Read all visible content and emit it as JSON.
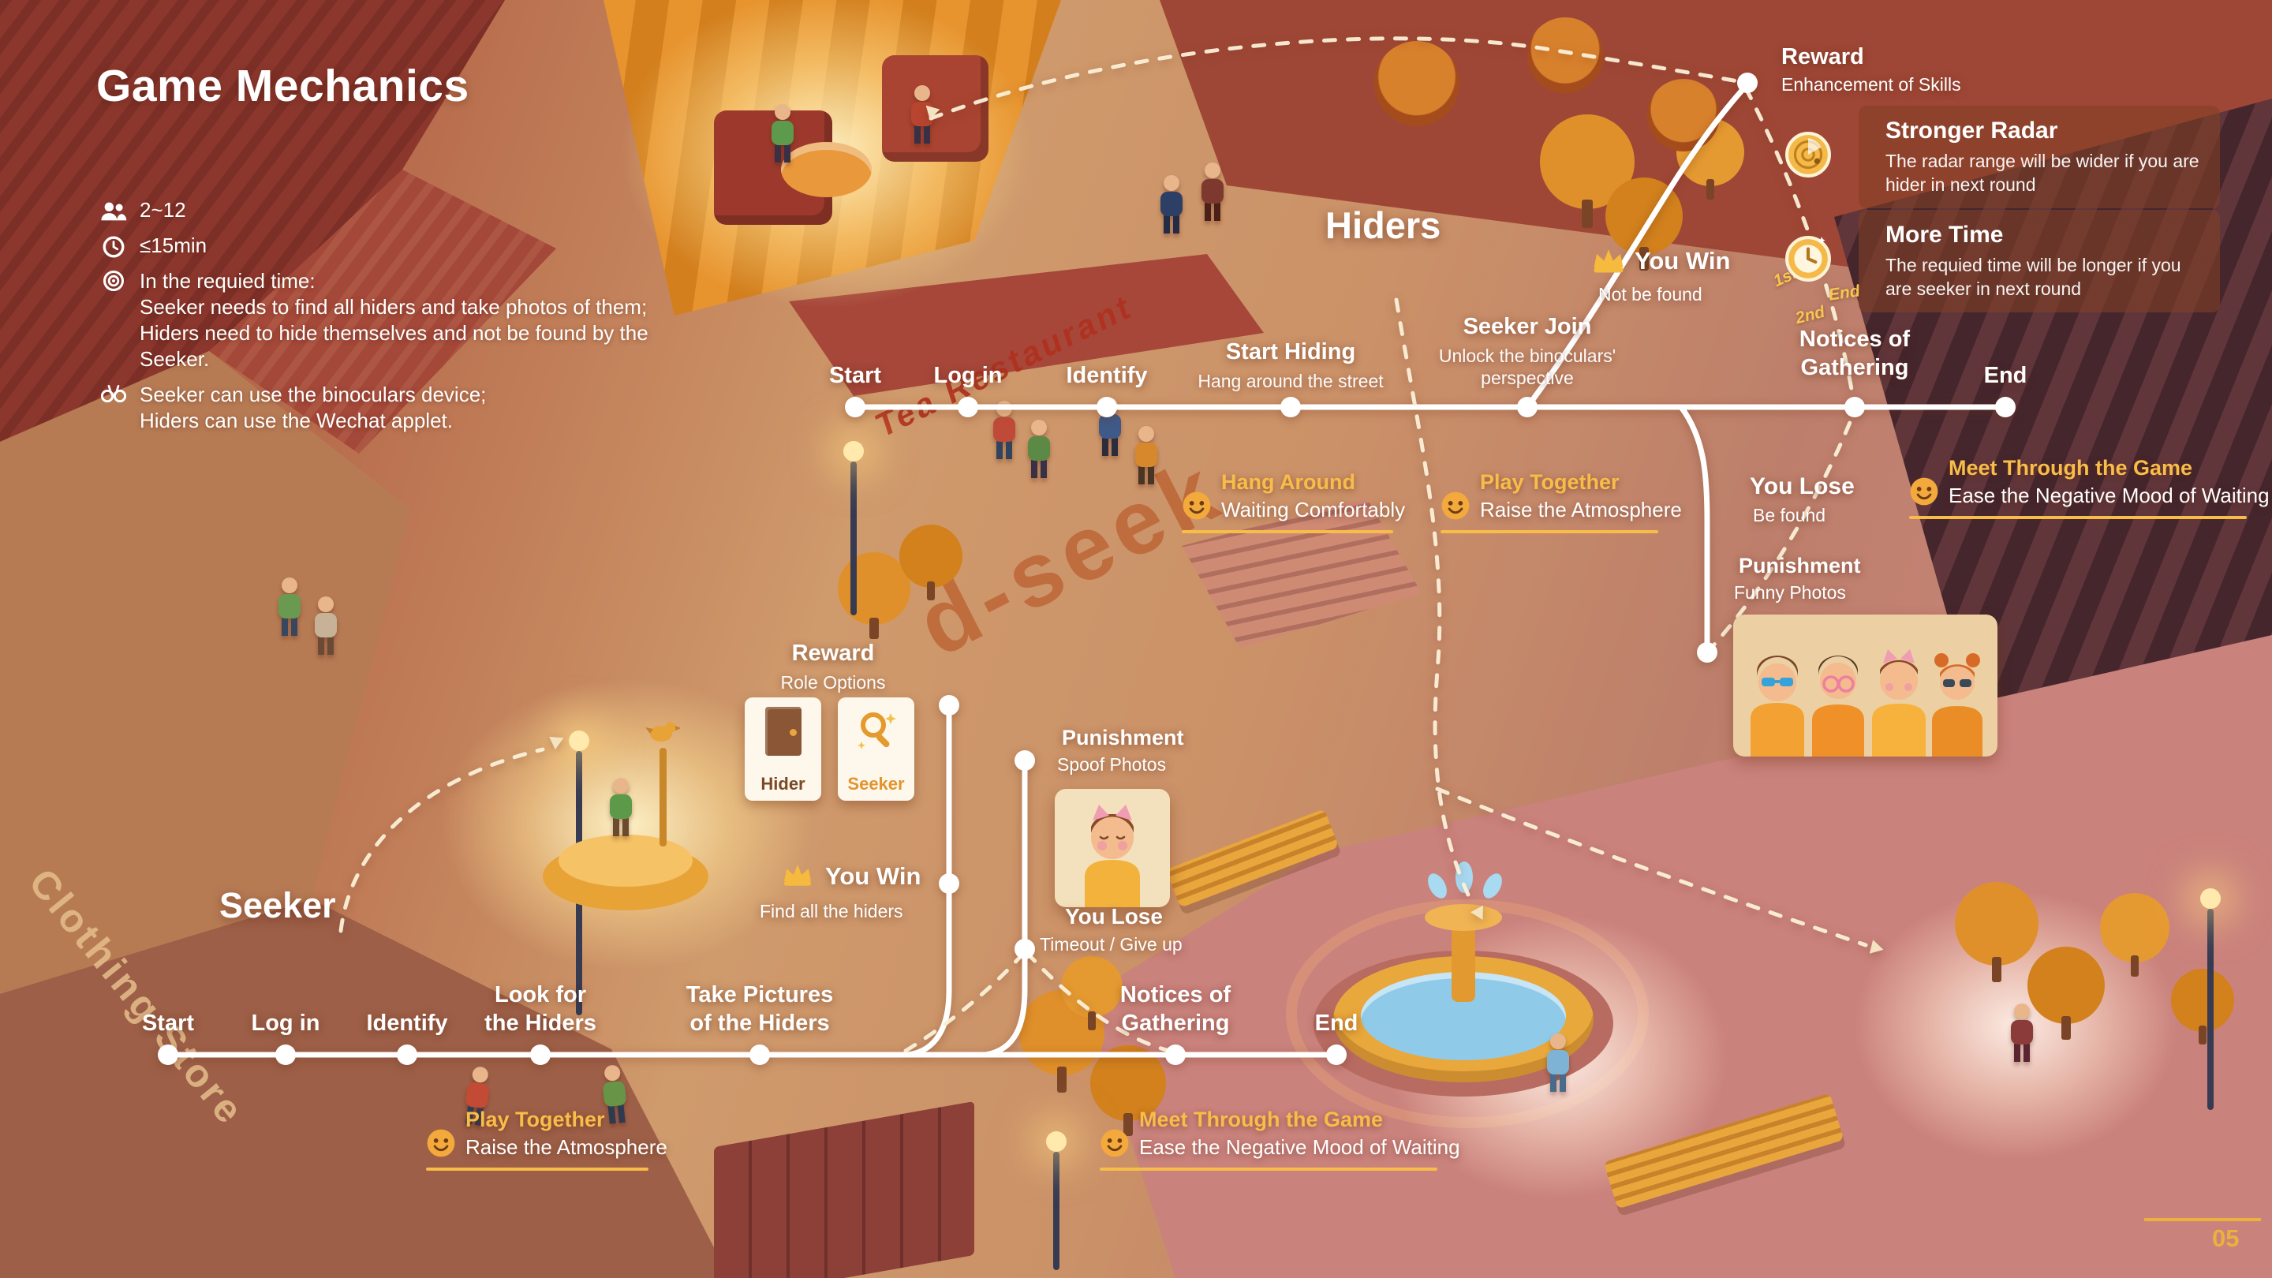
{
  "page": {
    "title": "Game Mechanics",
    "page_number": "05"
  },
  "info": {
    "players": "2~12",
    "duration": "≤15min",
    "rule_intro": "In the requied time:",
    "rule_line1": "Seeker needs to find all hiders and take photos of them;",
    "rule_line2": "Hiders need to hide themselves and not be found by the",
    "rule_line3": "Seeker.",
    "tools_line1": "Seeker can use the binoculars device;",
    "tools_line2": "Hiders can use the Wechat applet."
  },
  "hiders": {
    "heading": "Hiders",
    "steps": {
      "start": "Start",
      "login": "Log in",
      "identify": "Identify",
      "start_hiding": "Start Hiding",
      "start_hiding_sub": "Hang around the street",
      "seeker_join": "Seeker Join",
      "seeker_join_sub1": "Unlock the binoculars'",
      "seeker_join_sub2": "perspective",
      "notices1": "Notices of",
      "notices2": "Gathering",
      "end": "End"
    },
    "win": {
      "label": "You Win",
      "sub": "Not be found"
    },
    "lose": {
      "label": "You Lose",
      "sub": "Be found"
    },
    "reward": {
      "label": "Reward",
      "sub": "Enhancement of Skills",
      "cards": [
        {
          "title": "Stronger Radar",
          "text": "The radar range will be wider if you are hider in next round"
        },
        {
          "title": "More Time",
          "text": "The requied time will be longer if you are seeker in next round"
        }
      ]
    },
    "punishment": {
      "label": "Punishment",
      "sub": "Funny Photos"
    }
  },
  "seeker": {
    "heading": "Seeker",
    "steps": {
      "start": "Start",
      "login": "Log in",
      "identify": "Identify",
      "look1": "Look for",
      "look2": "the Hiders",
      "take1": "Take Pictures",
      "take2": "of the Hiders",
      "notices1": "Notices of",
      "notices2": "Gathering",
      "end": "End"
    },
    "reward": {
      "label": "Reward",
      "sub": "Role Options",
      "cards": [
        {
          "label": "Hider"
        },
        {
          "label": "Seeker"
        }
      ]
    },
    "win": {
      "label": "You Win",
      "sub": "Find all the hiders"
    },
    "punishment": {
      "label": "Punishment",
      "sub": "Spoof Photos"
    },
    "lose": {
      "label": "You Lose",
      "sub": "Timeout / Give up"
    }
  },
  "annotations": [
    {
      "title": "Hang Around",
      "text": "Waiting Comfortably"
    },
    {
      "title": "Play Together",
      "text": "Raise the Atmosphere"
    },
    {
      "title": "Meet Through the Game",
      "text": "Ease the Negative Mood of Waiting"
    },
    {
      "title": "Play Together",
      "text": "Raise the Atmosphere"
    },
    {
      "title": "Meet Through the Game",
      "text": "Ease the Negative Mood of Waiting"
    }
  ],
  "scene": {
    "ground_text_restaurant": "Tea Restaurant",
    "ground_text_store": "Clothing Store",
    "ground_text_hideseek": "d-seek",
    "milestones": [
      "1st",
      "2nd",
      "End"
    ]
  },
  "colors": {
    "accent_gold": "#f6ba3f",
    "text_white": "#ffffff"
  }
}
